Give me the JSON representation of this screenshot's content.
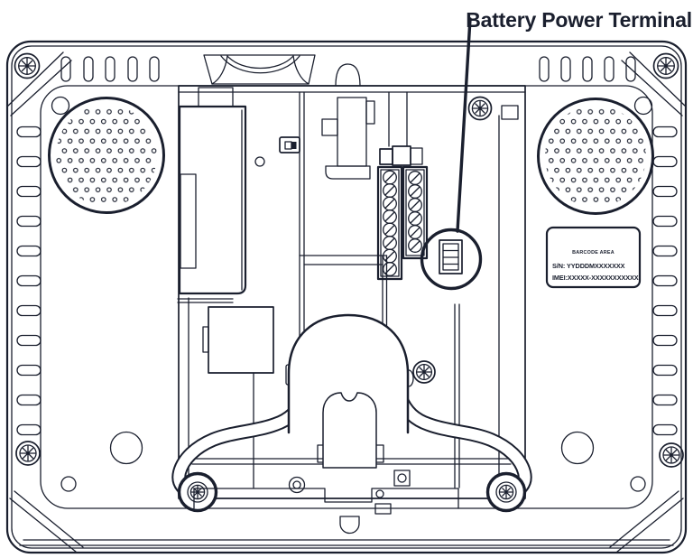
{
  "colors": {
    "ink": "#1a1f2e",
    "paper": "#ffffff"
  },
  "callout": {
    "label": "Battery Power Terminal"
  },
  "serial_plate": {
    "title": "BARCODE AREA",
    "serial": "S/N: YYDDDMXXXXXXX",
    "imei": "IMEI:XXXXX-XXXXXXXXXXX"
  }
}
